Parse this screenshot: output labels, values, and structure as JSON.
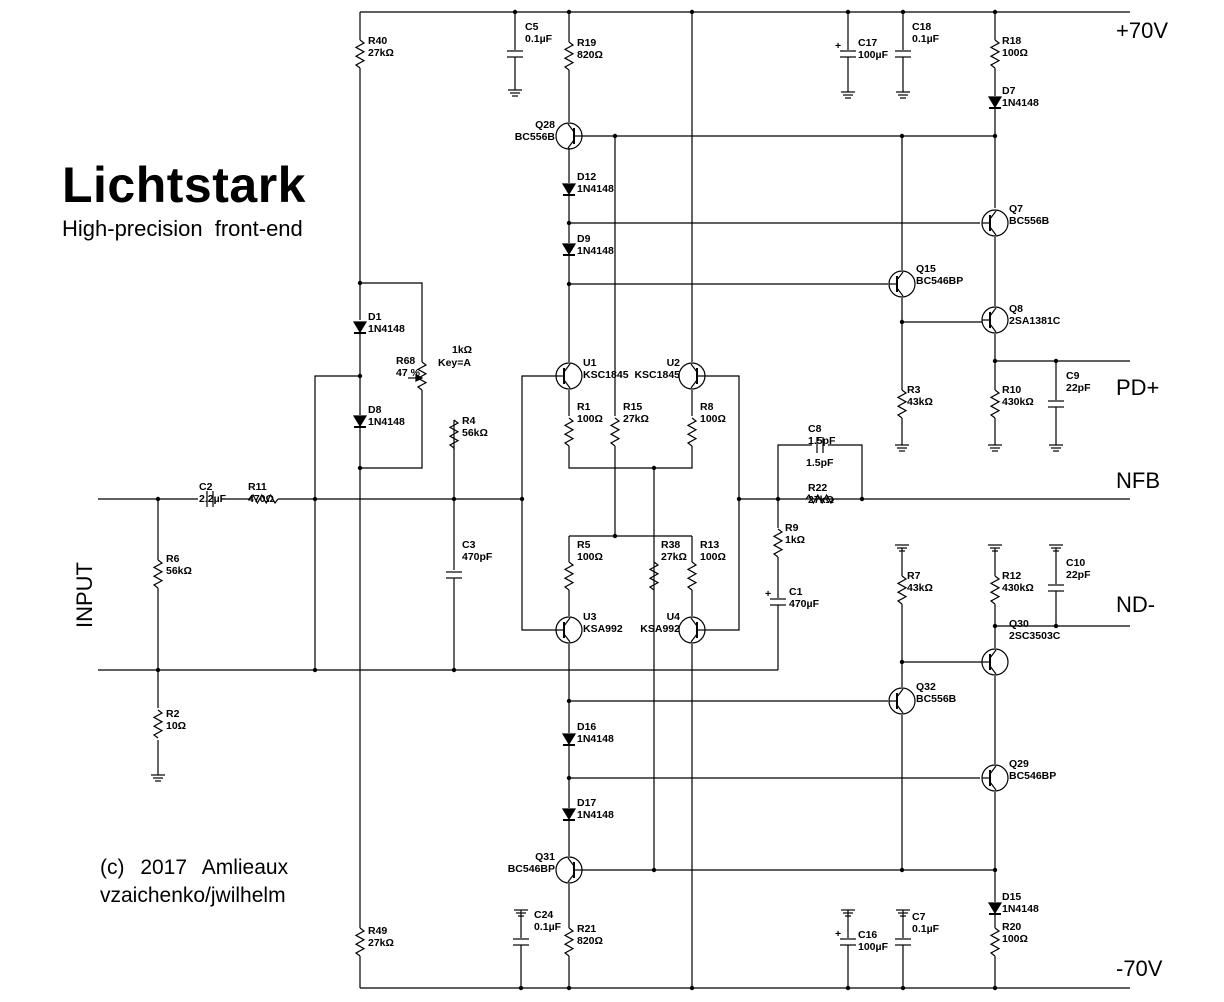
{
  "title": "Lichtstark",
  "subtitle": "High-precision front-end",
  "credit_line1": "(c) 2017 Amlieaux",
  "credit_line2": "vzaichenko/jwilhelm",
  "ports": {
    "pos_rail": "+70V",
    "neg_rail": "-70V",
    "pd": "PD+",
    "nfb": "NFB",
    "nd": "ND-",
    "input": "INPUT"
  },
  "components": [
    {
      "ref": "R40",
      "value": "27kΩ"
    },
    {
      "ref": "C5",
      "value": "0.1µF"
    },
    {
      "ref": "R19",
      "value": "820Ω"
    },
    {
      "ref": "C17",
      "value": "100µF"
    },
    {
      "ref": "C18",
      "value": "0.1µF"
    },
    {
      "ref": "R18",
      "value": "100Ω"
    },
    {
      "ref": "D7",
      "value": "1N4148"
    },
    {
      "ref": "Q28",
      "value": "BC556B"
    },
    {
      "ref": "D12",
      "value": "1N4148"
    },
    {
      "ref": "Q7",
      "value": "BC556B"
    },
    {
      "ref": "D9",
      "value": "1N4148"
    },
    {
      "ref": "Q15",
      "value": "BC546BP"
    },
    {
      "ref": "D1",
      "value": "1N4148"
    },
    {
      "ref": "Q8",
      "value": "2SA1381C"
    },
    {
      "ref": "R68",
      "value": "47 %"
    },
    {
      "ref": "R68_rating",
      "value": "1kΩ"
    },
    {
      "ref": "R68_key",
      "value": "Key=A"
    },
    {
      "ref": "U1",
      "value": "KSC1845"
    },
    {
      "ref": "U2",
      "value": "KSC1845"
    },
    {
      "ref": "D8",
      "value": "1N4148"
    },
    {
      "ref": "R4",
      "value": "56kΩ"
    },
    {
      "ref": "R1",
      "value": "100Ω"
    },
    {
      "ref": "R15",
      "value": "27kΩ"
    },
    {
      "ref": "R8",
      "value": "100Ω"
    },
    {
      "ref": "R3",
      "value": "43kΩ"
    },
    {
      "ref": "R10",
      "value": "430kΩ"
    },
    {
      "ref": "C9",
      "value": "22pF"
    },
    {
      "ref": "C8",
      "value": "1.5pF"
    },
    {
      "ref": "C2",
      "value": "2.2µF"
    },
    {
      "ref": "R11",
      "value": "470Ω"
    },
    {
      "ref": "R22",
      "value": "27kΩ"
    },
    {
      "ref": "R9",
      "value": "1kΩ"
    },
    {
      "ref": "R5",
      "value": "100Ω"
    },
    {
      "ref": "R38",
      "value": "27kΩ"
    },
    {
      "ref": "R13",
      "value": "100Ω"
    },
    {
      "ref": "C3",
      "value": "470pF"
    },
    {
      "ref": "R6",
      "value": "56kΩ"
    },
    {
      "ref": "R7",
      "value": "43kΩ"
    },
    {
      "ref": "R12",
      "value": "430kΩ"
    },
    {
      "ref": "C10",
      "value": "22pF"
    },
    {
      "ref": "C1",
      "value": "470µF"
    },
    {
      "ref": "Q30",
      "value": "2SC3503C"
    },
    {
      "ref": "U3",
      "value": "KSA992"
    },
    {
      "ref": "U4",
      "value": "KSA992"
    },
    {
      "ref": "Q32",
      "value": "BC556B"
    },
    {
      "ref": "R2",
      "value": "10Ω"
    },
    {
      "ref": "D16",
      "value": "1N4148"
    },
    {
      "ref": "Q29",
      "value": "BC546BP"
    },
    {
      "ref": "D17",
      "value": "1N4148"
    },
    {
      "ref": "Q31",
      "value": "BC546BP"
    },
    {
      "ref": "D15",
      "value": "1N4148"
    },
    {
      "ref": "C24",
      "value": "0.1µF"
    },
    {
      "ref": "R21",
      "value": "820Ω"
    },
    {
      "ref": "C16",
      "value": "100µF"
    },
    {
      "ref": "C7",
      "value": "0.1µF"
    },
    {
      "ref": "R20",
      "value": "100Ω"
    },
    {
      "ref": "R49",
      "value": "27kΩ"
    }
  ]
}
